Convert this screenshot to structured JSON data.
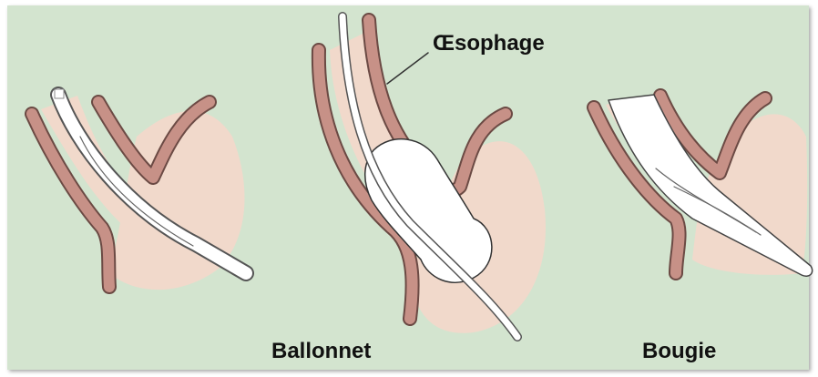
{
  "labels": {
    "oesophage": "Œsophage",
    "ballonnet": "Ballonnet",
    "bougie": "Bougie"
  },
  "colors": {
    "background": "#d3e4cf",
    "stomach": "#f1d9cb",
    "esophagus_wall": "#c79187",
    "wall_outline": "#6b4a44",
    "device": "#ffffff"
  }
}
